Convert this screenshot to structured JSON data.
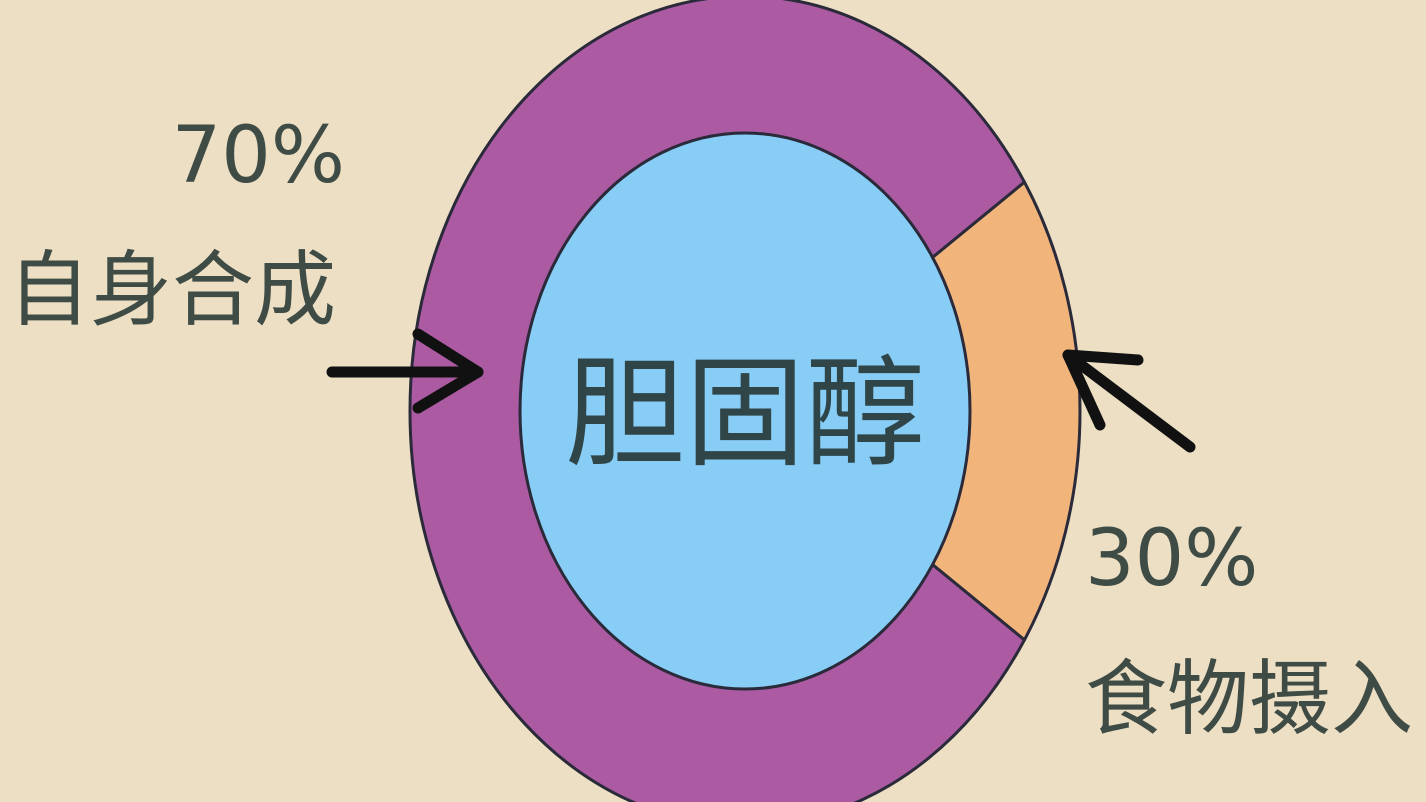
{
  "chart_data": {
    "type": "pie",
    "center_label": "胆固醇",
    "slices": [
      {
        "label": "自身合成",
        "percent_label": "70%",
        "value": 70,
        "color": "#ac5ba3"
      },
      {
        "label": "食物摄入",
        "percent_label": "30%",
        "value": 30,
        "color": "#f1b57c"
      }
    ],
    "center_color": "#88cdf6",
    "background": "#ecdfc3",
    "arrow_color": "#111111"
  }
}
